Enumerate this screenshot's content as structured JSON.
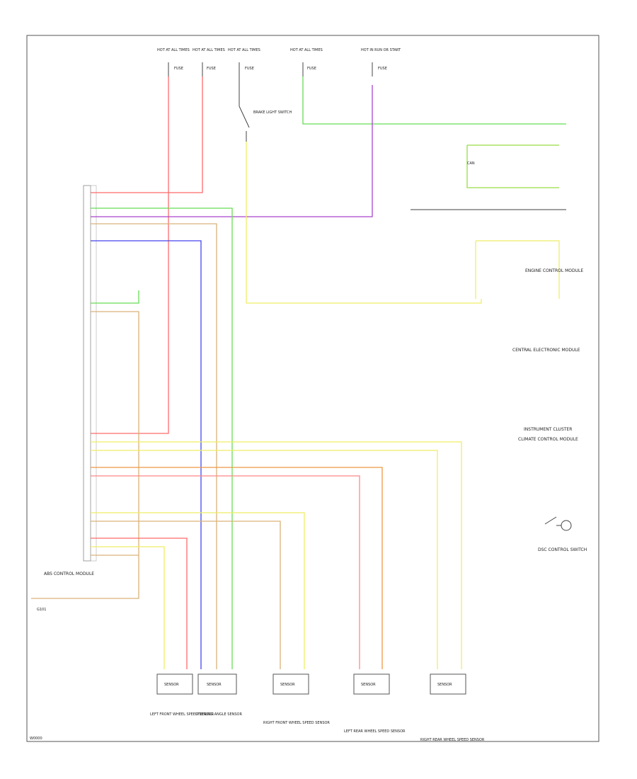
{
  "fuses": [
    {
      "top": "HOT AT ALL TIMES",
      "fuse": "FUSE"
    },
    {
      "top": "HOT AT ALL TIMES",
      "fuse": "FUSE"
    },
    {
      "top": "HOT AT ALL TIMES",
      "fuse": "FUSE"
    },
    {
      "top": "HOT AT ALL TIMES",
      "fuse": "FUSE"
    },
    {
      "top": "HOT IN RUN OR START",
      "fuse": "FUSE"
    }
  ],
  "components": {
    "abs_module": "ABS CONTROL MODULE",
    "brake_switch": "BRAKE LIGHT SWITCH",
    "engine_control": "ENGINE CONTROL MODULE",
    "central_electronic": "CENTRAL ELECTRONIC MODULE",
    "instrument_cluster": "INSTRUMENT CLUSTER",
    "climate_control": "CLIMATE CONTROL MODULE",
    "dsc_switch": "DSC CONTROL SWITCH",
    "can_label": "CAN",
    "ground": "G101"
  },
  "sensors": [
    {
      "box": "SENSOR",
      "label": "LEFT FRONT WHEEL SPEED SENSOR"
    },
    {
      "box": "SENSOR",
      "label": "STEERING ANGLE SENSOR"
    },
    {
      "box": "SENSOR",
      "label": "RIGHT FRONT WHEEL SPEED SENSOR"
    },
    {
      "box": "SENSOR",
      "label": "LEFT REAR WHEEL SPEED SENSOR"
    },
    {
      "box": "SENSOR",
      "label": "RIGHT REAR WHEEL SPEED SENSOR"
    }
  ],
  "wire_colors": {
    "red": "#ff6b6b",
    "green": "#66dd55",
    "violet": "#aa44cc",
    "yellow": "#eeee66",
    "blue": "#4444ee",
    "tan": "#d9b27a",
    "orange": "#ee9944",
    "pink": "#ff8888",
    "lime": "#99dd44"
  },
  "footer_code": "W0000"
}
